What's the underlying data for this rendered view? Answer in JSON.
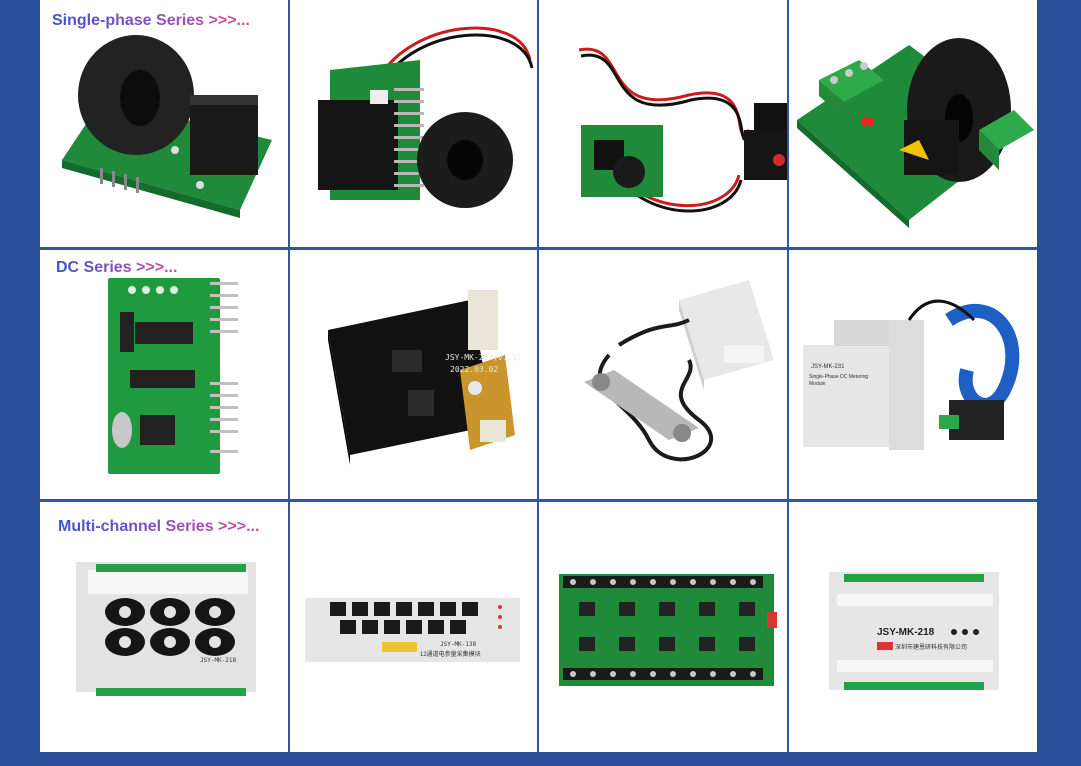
{
  "sections": [
    {
      "title": "Single-phase Series >>>..."
    },
    {
      "title": "DC Series >>>..."
    },
    {
      "title": "Multi-channel Series >>>..."
    }
  ],
  "products": {
    "dc_board_label": "JSY-MK-227(V1.1)",
    "dc_board_date": "2022.03.02",
    "dc_din_label": "JSY-MK-231",
    "dc_din_desc": "Single-Phase DC Metering Module",
    "mc_1_label": "JSY-MK-218",
    "mc_2_label": "JSY-MK-138",
    "mc_2_desc": "12通道电参量采集模块",
    "mc_4_label": "JSY-MK-218",
    "mc_4_company": "深圳市建恩研科技有限公司"
  },
  "colors": {
    "frame": "#2a4e9a",
    "divider": "#2f55a4",
    "pcb_green": "#1f8a3a",
    "title_gradient": [
      "#3b55c8",
      "#d14aa3"
    ]
  }
}
